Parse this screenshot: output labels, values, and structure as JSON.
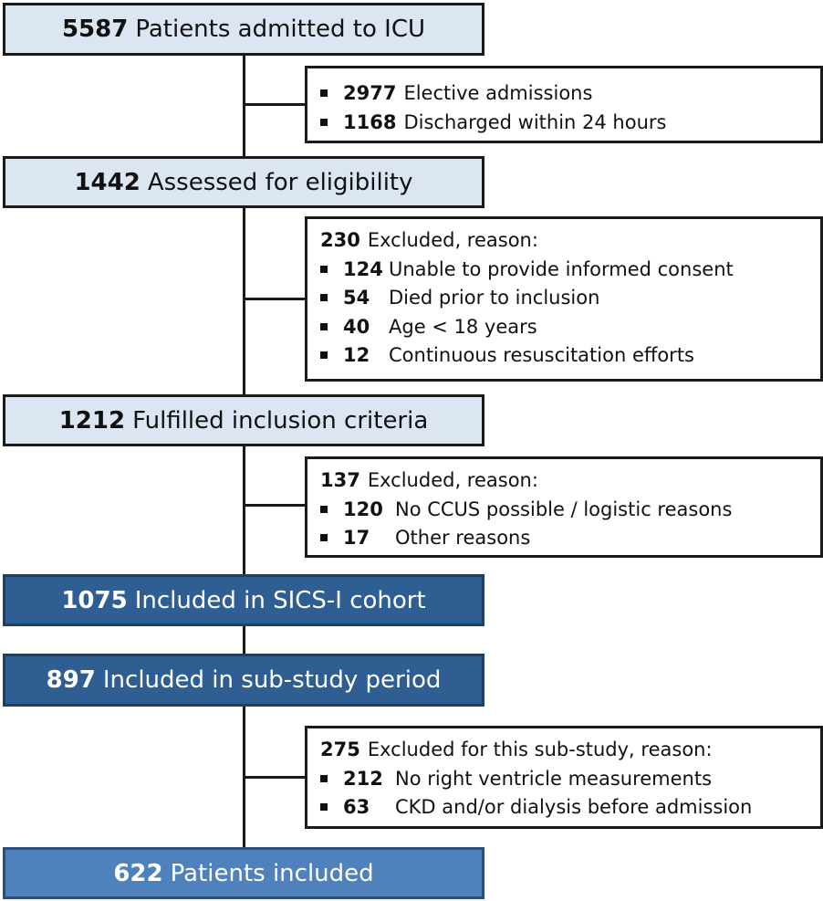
{
  "stages": [
    {
      "count": "5587",
      "label": "Patients admitted to ICU"
    },
    {
      "count": "1442",
      "label": "Assessed for eligibility"
    },
    {
      "count": "1212",
      "label": "Fulfilled inclusion criteria"
    },
    {
      "count": "1075",
      "label": "Included in SICS-I cohort"
    },
    {
      "count": "897",
      "label": "Included in sub-study period"
    },
    {
      "count": "622",
      "label": "Patients included"
    }
  ],
  "exclusions": [
    {
      "header_count": "",
      "header_text": "",
      "items": [
        {
          "count": "2977",
          "text": "Elective admissions"
        },
        {
          "count": "1168",
          "text": "Discharged within 24 hours"
        }
      ]
    },
    {
      "header_count": "230",
      "header_text": "Excluded, reason:",
      "items": [
        {
          "count": "124",
          "text": "Unable to provide informed consent"
        },
        {
          "count": "54",
          "text": "Died prior to inclusion"
        },
        {
          "count": "40",
          "text": "Age < 18 years"
        },
        {
          "count": "12",
          "text": "Continuous resuscitation efforts"
        }
      ]
    },
    {
      "header_count": "137",
      "header_text": "Excluded, reason:",
      "items": [
        {
          "count": "120",
          "text": "No CCUS possible / logistic reasons"
        },
        {
          "count": "17",
          "text": "Other reasons"
        }
      ]
    },
    {
      "header_count": "275",
      "header_text": "Excluded for this sub-study, reason:",
      "items": [
        {
          "count": "212",
          "text": "No right ventricle measurements"
        },
        {
          "count": "63",
          "text": "CKD and/or dialysis before admission"
        }
      ]
    }
  ]
}
